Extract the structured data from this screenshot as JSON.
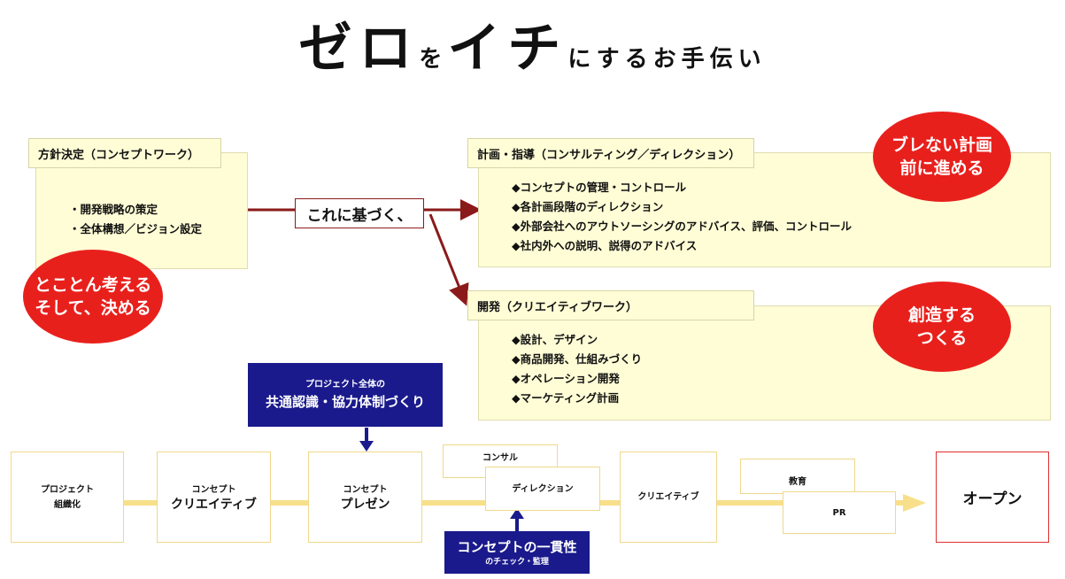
{
  "title": {
    "part1": "ゼロ",
    "part2": "を",
    "part3": "イチ",
    "part4": "にするお手伝い"
  },
  "policy": {
    "header": "方針決定（コンセプトワーク）",
    "items": [
      "・開発戦略の策定",
      "・全体構想／ビジョン設定"
    ]
  },
  "think_circle": {
    "line1": "とことん考える",
    "line2": "そして、決める"
  },
  "basis_label": "これに基づく、",
  "plan": {
    "header": "計画・指導（コンサルティング／ディレクション）",
    "items": [
      "◆コンセプトの管理・コントロール",
      "◆各計画段階のディレクション",
      "◆外部会社へのアウトソーシングのアドバイス、評価、コントロール",
      "◆社内外への説明、説得のアドバイス"
    ]
  },
  "plan_circle": {
    "line1": "ブレない計画",
    "line2": "前に進める"
  },
  "dev": {
    "header": "開発（クリエイティブワーク）",
    "items": [
      "◆設計、デザイン",
      "◆商品開発、仕組みづくり",
      "◆オペレーション開発",
      "◆マーケティング計画"
    ]
  },
  "dev_circle": {
    "line1": "創造する",
    "line2": "つくる"
  },
  "shared": {
    "small": "プロジェクト全体の",
    "big": "共通認識・協力体制づくり"
  },
  "consistency": {
    "big": "コンセプトの一貫性",
    "small": "のチェック・監理"
  },
  "flow": {
    "step1": {
      "line1": "プロジェクト",
      "line2": "組織化"
    },
    "step2": {
      "line1": "コンセプト",
      "line2": "クリエイティブ"
    },
    "step3": {
      "line1": "コンセプト",
      "line2": "プレゼン"
    },
    "consul": "コンサル",
    "direction": "ディレクション",
    "creative": "クリエイティブ",
    "education": "教育",
    "pr": "PR",
    "open": "オープン"
  },
  "colors": {
    "arrow_dark_red": "#8b1a1a",
    "circle_red": "#e8201c",
    "navy": "#1a1a8c",
    "flow_yellow": "#f8e08a",
    "panel_yellow": "#fffdd6"
  }
}
